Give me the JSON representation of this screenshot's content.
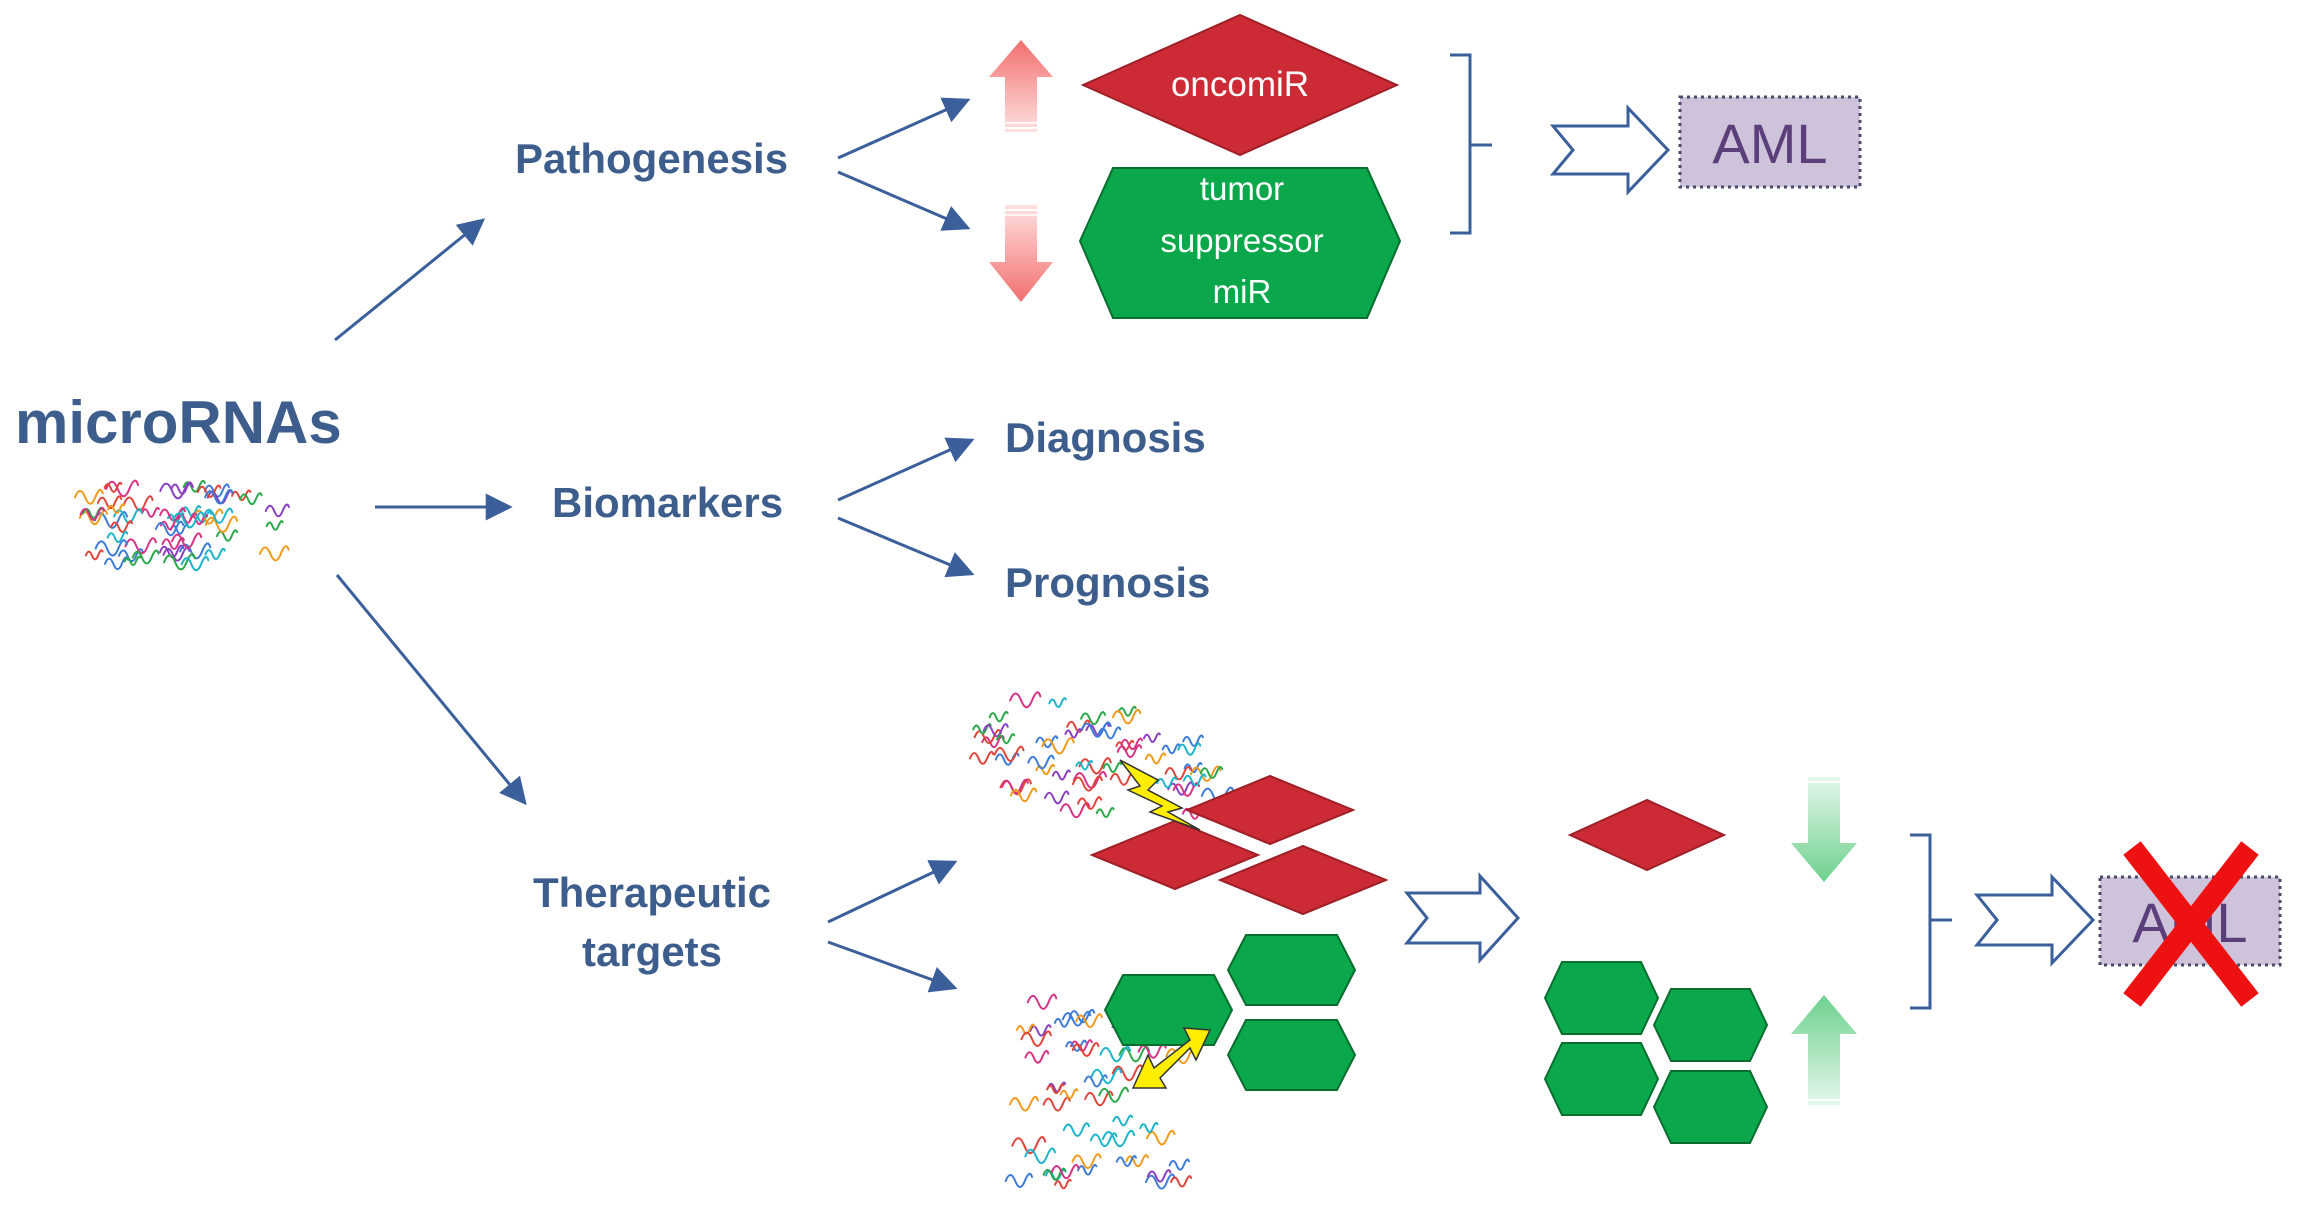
{
  "diagram": {
    "root": "microRNAs",
    "branches": {
      "pathogenesis": "Pathogenesis",
      "biomarkers": "Biomarkers",
      "therapeutic_line1": "Therapeutic",
      "therapeutic_line2": "targets"
    },
    "biomarker_outcomes": {
      "diagnosis": "Diagnosis",
      "prognosis": "Prognosis"
    },
    "shapes": {
      "oncomir": "oncomiR",
      "suppressor_line1": "tumor",
      "suppressor_line2": "suppressor",
      "suppressor_line3": "miR"
    },
    "outcomes": {
      "aml_top": "AML",
      "aml_bottom": "AML"
    }
  },
  "colors": {
    "label_blue": "#3d5e8c",
    "arrow_blue": "#3a5f9a",
    "oncomir_red": "#cc2b36",
    "suppressor_green": "#0aa84a",
    "aml_box": "#cfc3dc",
    "cross_red": "#ee1111",
    "up_arrow_pink": "#f48a8a",
    "down_arrow_green": "#8fdca8",
    "bolt_yellow": "#ffee00"
  }
}
